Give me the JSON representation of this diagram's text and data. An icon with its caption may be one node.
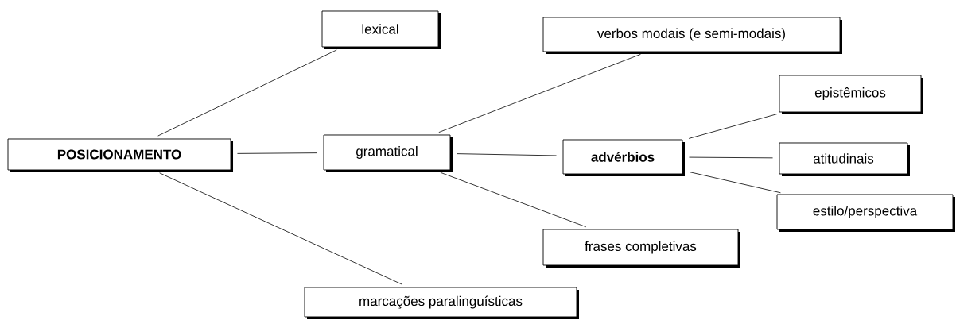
{
  "diagram": {
    "nodes": [
      {
        "text": [
          "POSICIONAMENTO"
        ]
      },
      {
        "text": [
          "lexical"
        ]
      },
      {
        "text": [
          "gramatical"
        ]
      },
      {
        "text": [
          "marcações paralinguísticas"
        ]
      },
      {
        "text": [
          "verbos modais (e semi-modais)"
        ]
      },
      {
        "text": [
          "advérbios"
        ]
      },
      {
        "text": [
          "frases completivas"
        ]
      },
      {
        "text": [
          "epistêmicos"
        ]
      },
      {
        "text": [
          "atitudinais"
        ]
      },
      {
        "text": [
          "estilo/perspectiva"
        ]
      }
    ],
    "edges": [
      {
        "from": 0,
        "to": 1,
        "arrow": "none"
      },
      {
        "from": 0,
        "to": 2,
        "arrow": "none"
      },
      {
        "from": 0,
        "to": 3,
        "arrow": "none"
      },
      {
        "from": 2,
        "to": 4,
        "arrow": "none"
      },
      {
        "from": 2,
        "to": 5,
        "arrow": "none"
      },
      {
        "from": 2,
        "to": 6,
        "arrow": "none"
      },
      {
        "from": 5,
        "to": 7,
        "arrow": "none"
      },
      {
        "from": 5,
        "to": 8,
        "arrow": "none"
      },
      {
        "from": 5,
        "to": 9,
        "arrow": "none"
      }
    ]
  }
}
